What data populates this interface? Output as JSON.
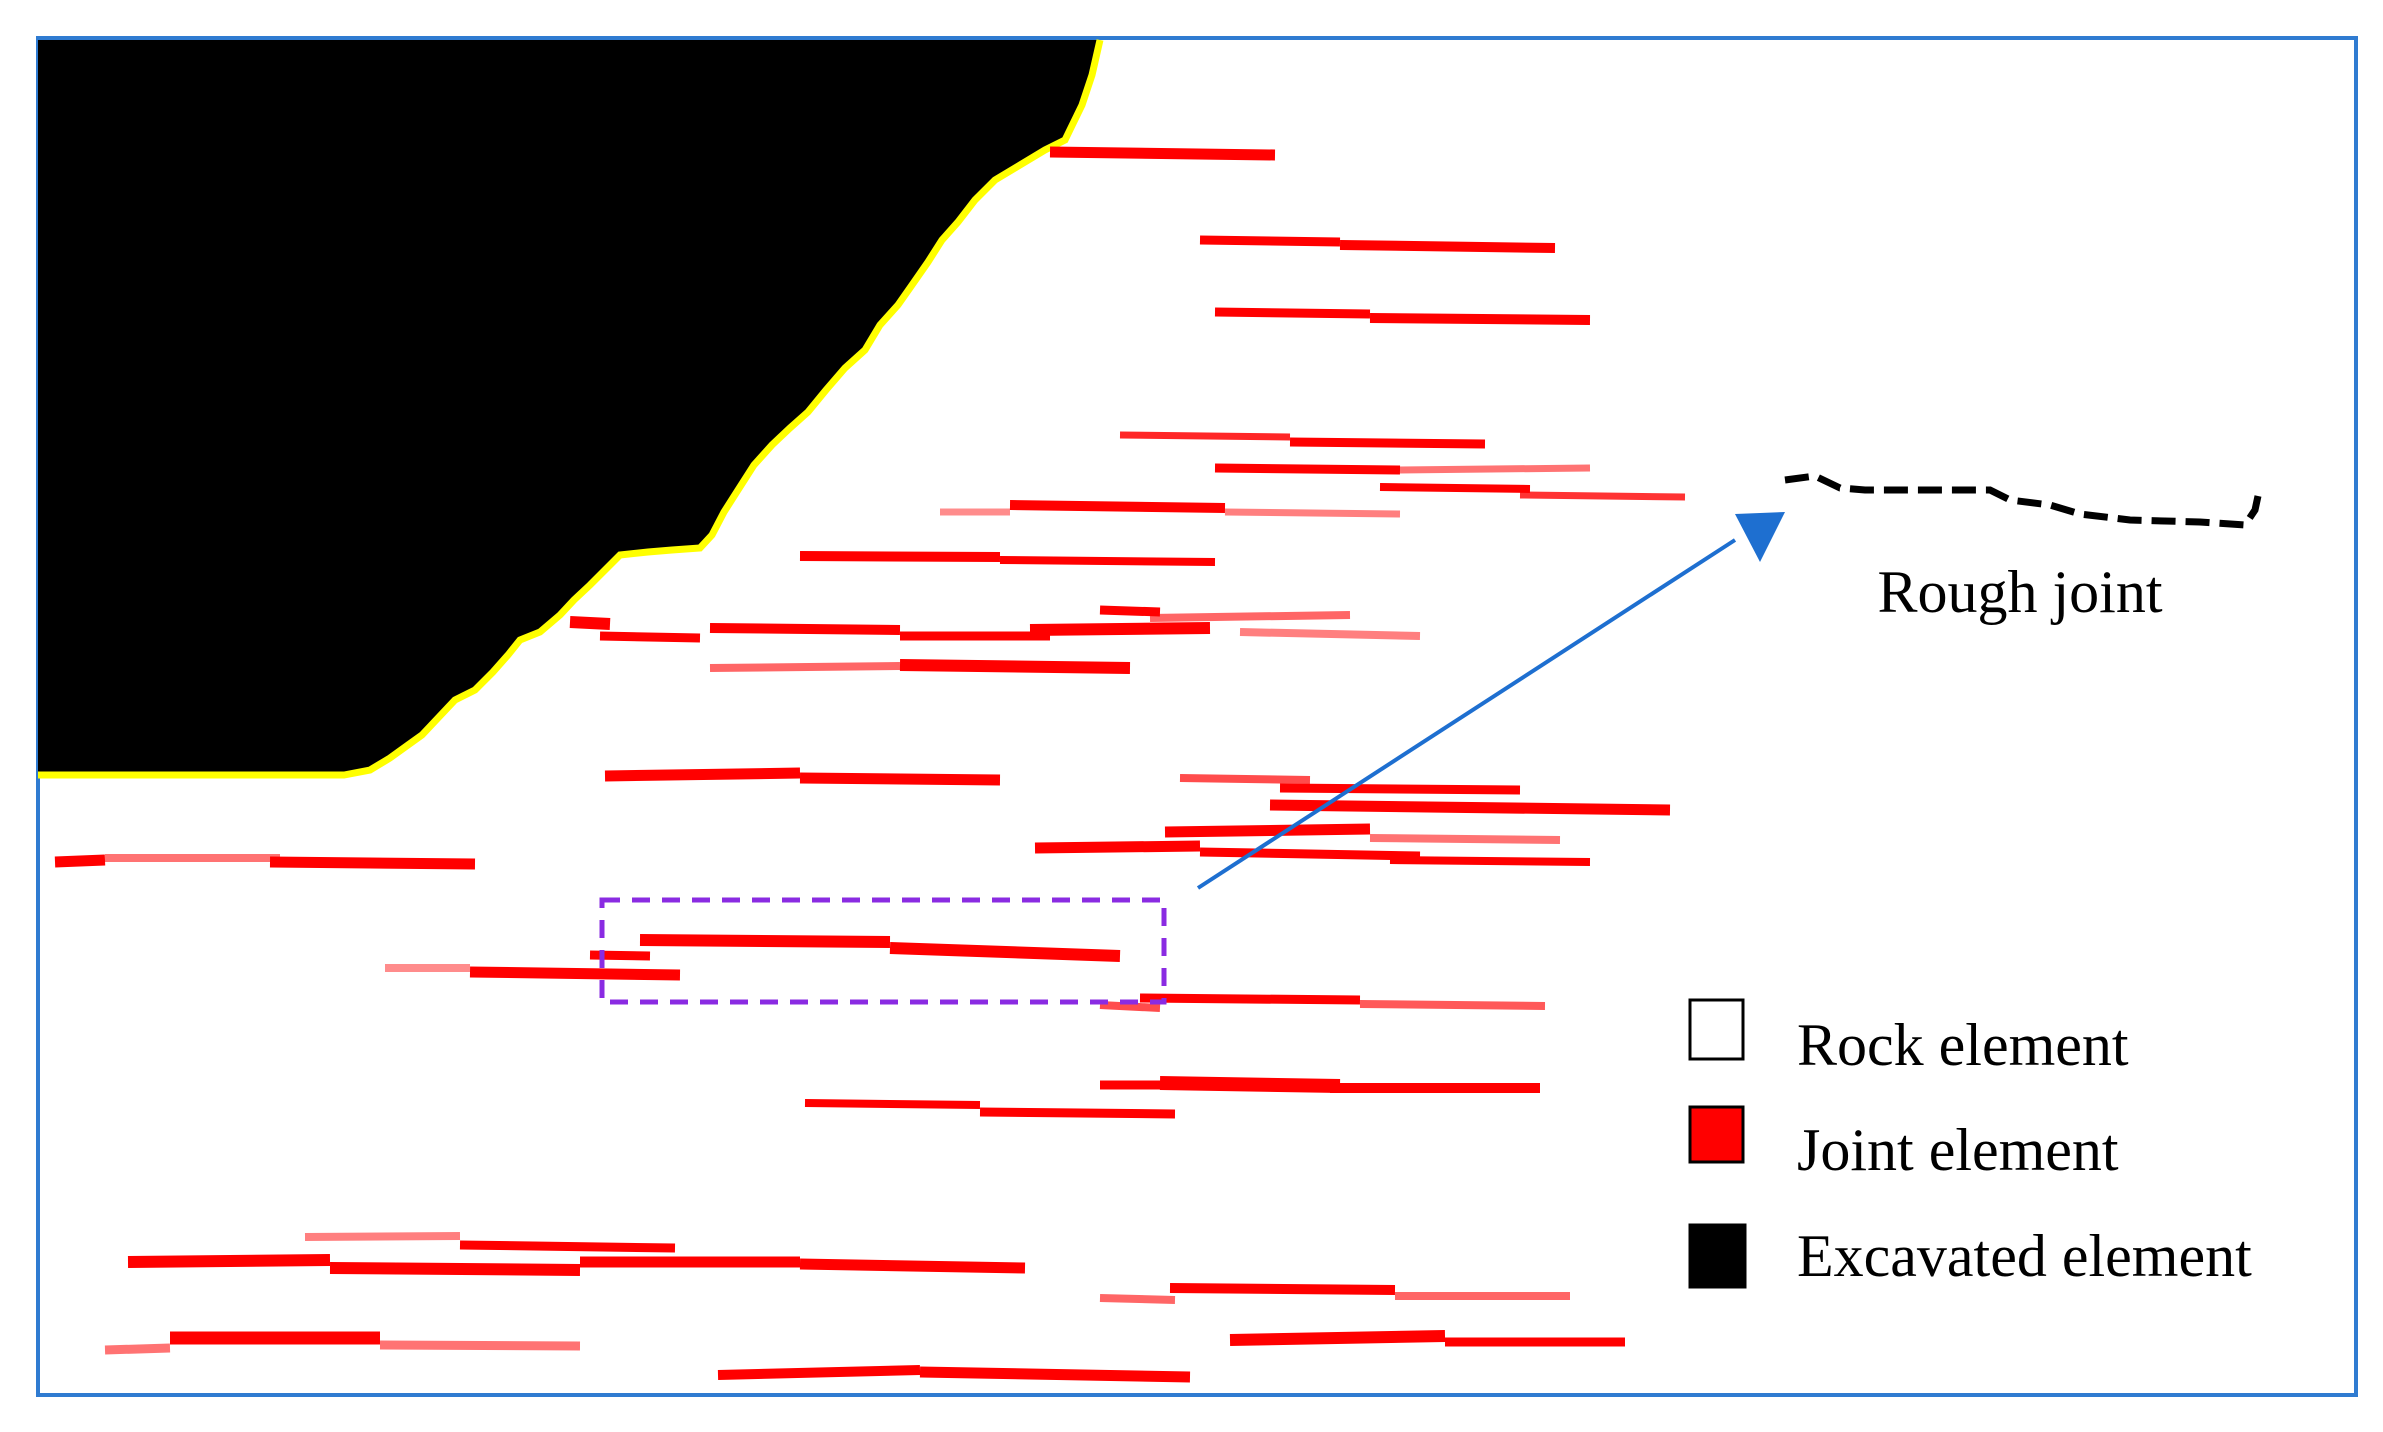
{
  "annotation": {
    "label": "Rough joint"
  },
  "legend": {
    "items": [
      {
        "label": "Rock element",
        "color": "#ffffff"
      },
      {
        "label": "Joint element",
        "color": "#ff0000"
      },
      {
        "label": "Excavated element",
        "color": "#000000"
      }
    ]
  },
  "colors": {
    "frame": "#2f7bd1",
    "joint": "#ff0000",
    "excavated": "#000000",
    "excavation_edge": "#ffff00",
    "highlight_box": "#8a2be2",
    "arrow": "#1e6fd0"
  }
}
